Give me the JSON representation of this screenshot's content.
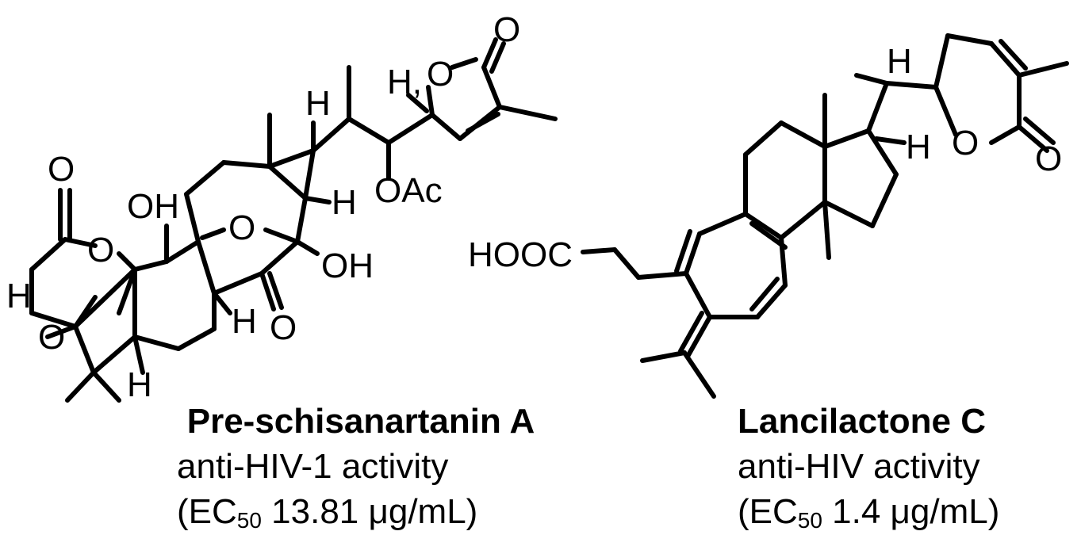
{
  "compounds": [
    {
      "name": "Pre-schisanartanin A",
      "activity": "anti-HIV-1 activity",
      "ec_open": "(EC",
      "ec_sub": "50",
      "ec_value": " 13.81 μg/mL)"
    },
    {
      "name": "Lancilactone C",
      "activity": "anti-HIV activity",
      "ec_open": "(EC",
      "ec_sub": "50",
      "ec_value": " 1.4 μg/mL)"
    }
  ],
  "atom_labels": {
    "O": "O",
    "OH": "OH",
    "H": "H",
    "OAc": "OAc",
    "HOOC": "HOOC",
    "H_wedge": "H,"
  }
}
